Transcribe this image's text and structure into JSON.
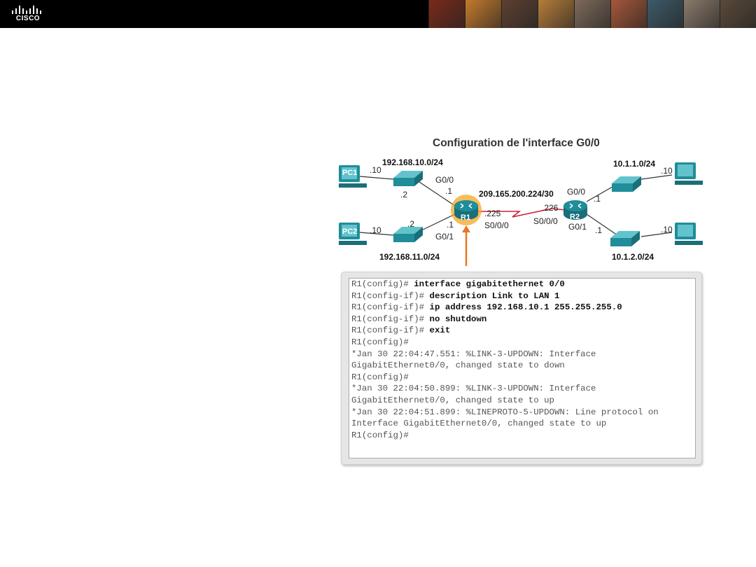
{
  "header": {
    "brand": "CISCO",
    "colors": {
      "bar": "#000000",
      "accent": "#c0392b"
    },
    "photos": [
      "#7a2a1a",
      "#c47a2c",
      "#5d4030",
      "#b67d3a",
      "#7d6a5a",
      "#a6573a",
      "#3d5a6a",
      "#8a7a6a",
      "#5a4a3a"
    ]
  },
  "slide": {
    "title": "Configuration de l'interface G0/0"
  },
  "diagram": {
    "colors": {
      "device": "#1f8d9a",
      "link": "#333333",
      "serial": "#cc2233",
      "arrow": "#e87722",
      "highlight": "#f5a623"
    },
    "pc1": {
      "label": "PC1",
      "host": ".10"
    },
    "pc2": {
      "label": "PC2",
      "host": ".10"
    },
    "pc3": {
      "host": ".10"
    },
    "pc4": {
      "host": ".10"
    },
    "lan1": {
      "network": "192.168.10.0/24",
      "switch_host": ".2"
    },
    "lan2": {
      "network": "192.168.11.0/24",
      "switch_host": ".2"
    },
    "lan3": {
      "network": "10.1.1.0/24"
    },
    "lan4": {
      "network": "10.1.2.0/24"
    },
    "r1": {
      "label": "R1",
      "g00": "G0/0",
      "g00_host": ".1",
      "g01": "G0/1",
      "g01_host": ".1",
      "s000": "S0/0/0",
      "s000_host": ".225"
    },
    "r2": {
      "label": "R2",
      "g00": "G0/0",
      "g00_host": ".1",
      "g01": "G0/1",
      "g01_host": ".1",
      "s000": "S0/0/0",
      "s000_host": ".226"
    },
    "wan": {
      "network": "209.165.200.224/30"
    }
  },
  "cli": {
    "lines": [
      {
        "prompt": "R1(config)# ",
        "command": "interface gigabitethernet 0/0"
      },
      {
        "prompt": "R1(config-if)# ",
        "command": "description Link to LAN 1"
      },
      {
        "prompt": "R1(config-if)# ",
        "command": "ip address 192.168.10.1 255.255.255.0"
      },
      {
        "prompt": "R1(config-if)# ",
        "command": "no shutdown"
      },
      {
        "prompt": "R1(config-if)# ",
        "command": "exit"
      },
      {
        "prompt": "R1(config)#",
        "command": ""
      },
      {
        "prompt": "*Jan 30 22:04:47.551: %LINK-3-UPDOWN: Interface",
        "command": ""
      },
      {
        "prompt": "GigabitEthernet0/0, changed state to down",
        "command": ""
      },
      {
        "prompt": "R1(config)#",
        "command": ""
      },
      {
        "prompt": "*Jan 30 22:04:50.899: %LINK-3-UPDOWN: Interface",
        "command": ""
      },
      {
        "prompt": "GigabitEthernet0/0, changed state to up",
        "command": ""
      },
      {
        "prompt": "*Jan 30 22:04:51.899: %LINEPROTO-5-UPDOWN: Line protocol on",
        "command": ""
      },
      {
        "prompt": "Interface GigabitEthernet0/0, changed state to up",
        "command": ""
      },
      {
        "prompt": "R1(config)#",
        "command": ""
      }
    ]
  }
}
